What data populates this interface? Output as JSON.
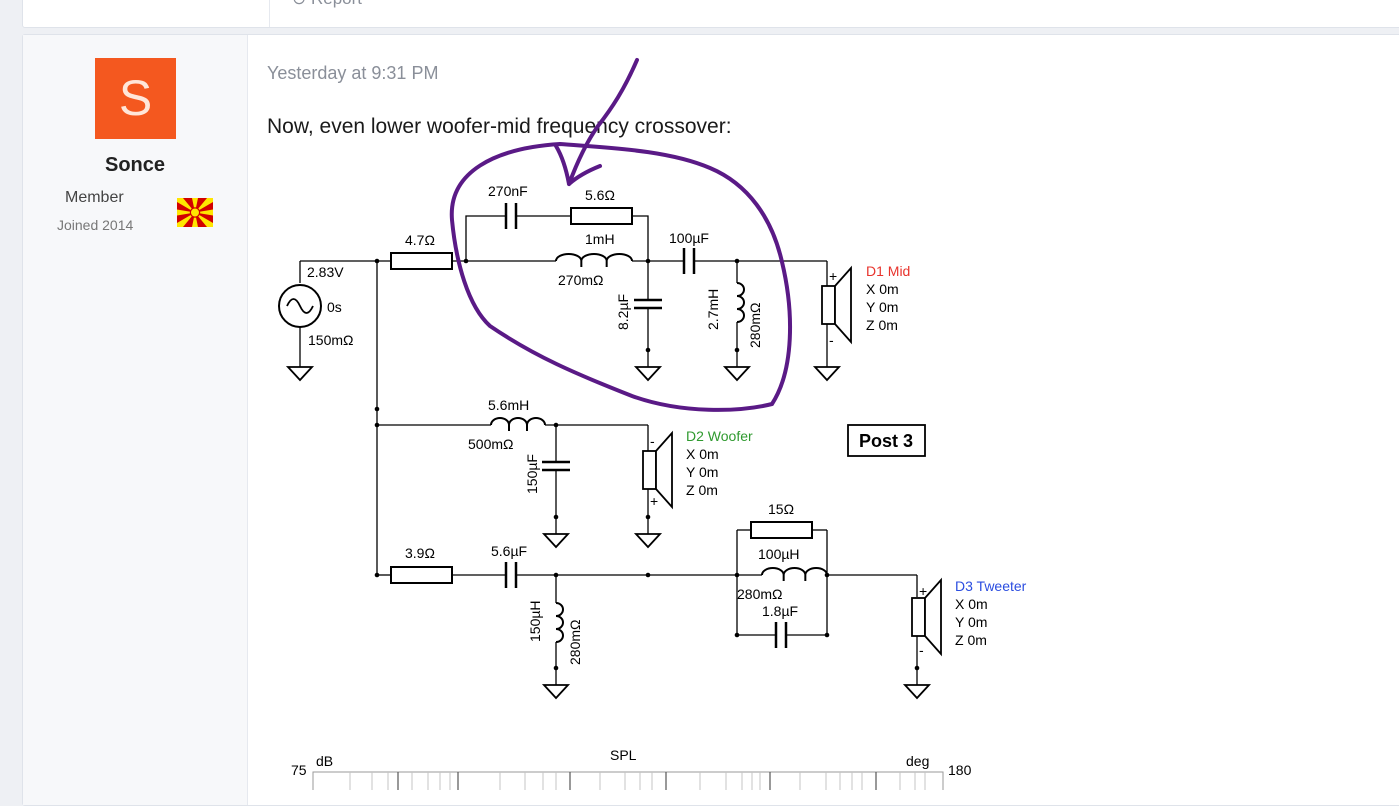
{
  "prev_post": {
    "report_label": "⊙ Report"
  },
  "user": {
    "avatar_letter": "S",
    "username": "Sonce",
    "title": "Member",
    "joined": "Joined 2014",
    "flag_icon": "north-macedonia-flag-icon"
  },
  "post": {
    "date": "Yesterday at 9:31 PM",
    "text": "Now, even lower woofer-mid frequency crossover:"
  },
  "schematic": {
    "labels": {
      "src_v": "2.83V",
      "src_t": "0s",
      "src_r": "150mΩ",
      "r_in_mid": "4.7Ω",
      "c_bypass": "270nF",
      "r_bypass": "5.6Ω",
      "l_mid": "1mH",
      "l_mid_r": "270mΩ",
      "c_shunt_mid": "8.2µF",
      "c_mid": "100µF",
      "l_shunt_mid": "2.7mH",
      "l_shunt_mid_r": "280mΩ",
      "d1_name": "D1 Mid",
      "d1_x": "X 0m",
      "d1_y": "Y 0m",
      "d1_z": "Z 0m",
      "l_woof": "5.6mH",
      "l_woof_r": "500mΩ",
      "c_woof": "150µF",
      "d2_name": "D2 Woofer",
      "d2_x": "X 0m",
      "d2_y": "Y 0m",
      "d2_z": "Z 0m",
      "post_tag": "Post 3",
      "r_tw": "3.9Ω",
      "c_tw": "5.6µF",
      "l_tw_shunt": "150µH",
      "l_tw_shunt_r": "280mΩ",
      "r_par": "15Ω",
      "l_par": "100µH",
      "l_par_r": "280mΩ",
      "c_par": "1.8µF",
      "d3_name": "D3 Tweeter",
      "d3_x": "X 0m",
      "d3_y": "Y 0m",
      "d3_z": "Z 0m",
      "plus": "+",
      "minus": "-"
    },
    "colors": {
      "mid": "#e8332c",
      "woofer": "#2f9a2f",
      "tweeter": "#2b4de0",
      "annotation": "#5a1a86"
    }
  },
  "graph": {
    "y_left_top": "75",
    "y_left_unit": "dB",
    "title": "SPL",
    "y_right_unit": "deg",
    "y_right_top": "180"
  }
}
